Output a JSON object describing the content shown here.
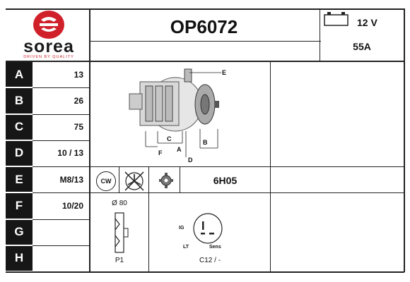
{
  "brand": {
    "name": "sorea",
    "tagline": "DRIVEN BY QUALITY",
    "color": "#d0202a"
  },
  "product": {
    "code": "OP6072",
    "voltage": "12 V",
    "amperage": "55A"
  },
  "specs": [
    {
      "letter": "A",
      "value": "13"
    },
    {
      "letter": "B",
      "value": "26"
    },
    {
      "letter": "C",
      "value": "75"
    },
    {
      "letter": "D",
      "value": "10 / 13"
    },
    {
      "letter": "E",
      "value": "M8/13"
    },
    {
      "letter": "F",
      "value": "10/20"
    },
    {
      "letter": "G",
      "value": ""
    },
    {
      "letter": "H",
      "value": ""
    }
  ],
  "diagram_labels": {
    "a": "A",
    "b": "B",
    "c": "C",
    "d": "D",
    "e": "E",
    "f": "F"
  },
  "rotation": {
    "label": "CW",
    "code": "6H05"
  },
  "pulley": {
    "diameter": "Ø 80",
    "type": "P1"
  },
  "connector": {
    "ig": "IG",
    "lt": "LT",
    "sens": "Sens",
    "code": "C12 / -"
  }
}
